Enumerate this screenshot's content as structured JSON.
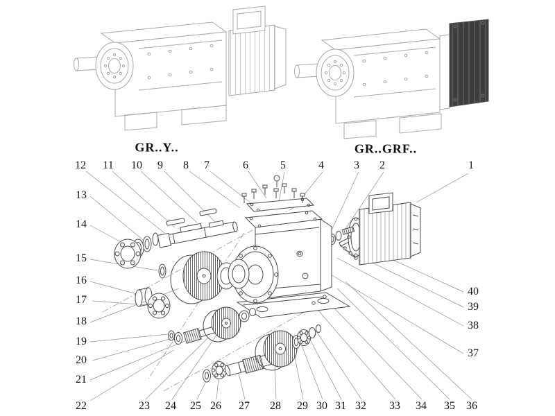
{
  "variant_labels": {
    "left": "GR..Y..",
    "right": "GR..GRF.."
  },
  "callouts": {
    "top": [
      "12",
      "11",
      "10",
      "9",
      "8",
      "7",
      "6",
      "5",
      "4",
      "3",
      "2",
      "1"
    ],
    "left": [
      "13",
      "14",
      "15",
      "16",
      "17",
      "18",
      "19",
      "20",
      "21",
      "22"
    ],
    "bottom": [
      "23",
      "24",
      "25",
      "26",
      "27",
      "28",
      "29",
      "30",
      "31",
      "32",
      "33",
      "34",
      "35",
      "36"
    ],
    "right": [
      "40",
      "39",
      "38",
      "37"
    ]
  },
  "colors": {
    "line_art_light": "#a8a8a8",
    "line_art_dark": "#4a4a4a",
    "leader": "#8f8f8f",
    "text": "#151515"
  }
}
